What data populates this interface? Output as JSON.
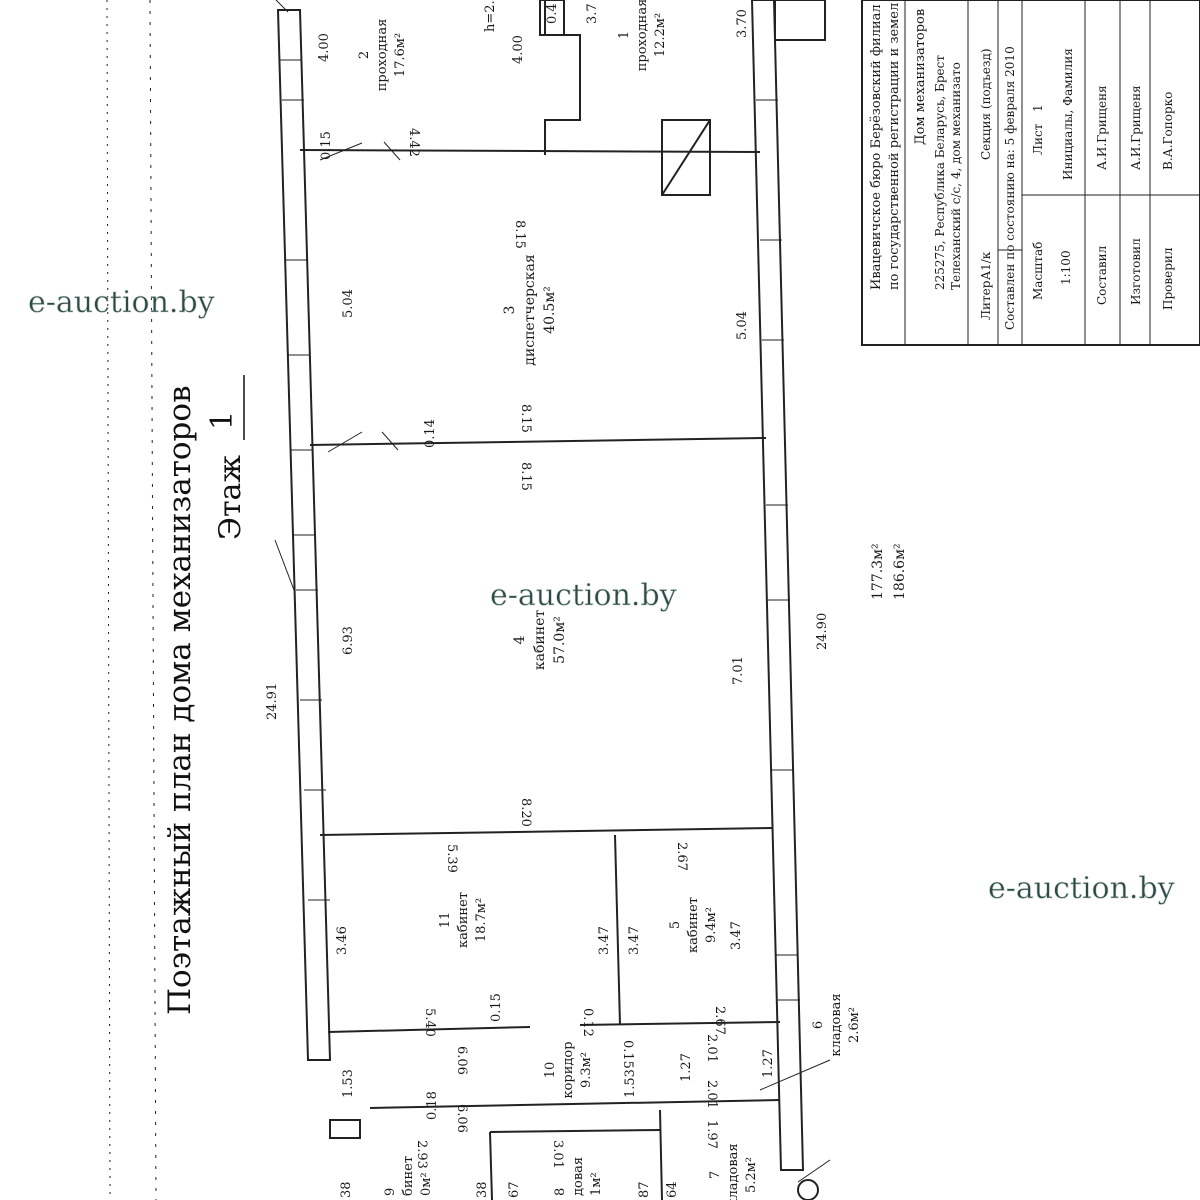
{
  "title": "Поэтажный план дома механизаторов",
  "floor_label": "Этаж",
  "floor_number": "1",
  "watermarks": [
    "e-auction.by",
    "e-auction.by",
    "e-auction.by"
  ],
  "rooms": {
    "r1": {
      "number": "1",
      "name": "проходная",
      "area": "12.2м²"
    },
    "r2": {
      "number": "2",
      "name": "проходная",
      "area": "17.6м²"
    },
    "r3": {
      "number": "3",
      "name": "диспетчерская",
      "area": "40.5м²"
    },
    "r4": {
      "number": "4",
      "name": "кабинет",
      "area": "57.0м²"
    },
    "r5": {
      "number": "5",
      "name": "кабинет",
      "area": "9.4м²"
    },
    "r6": {
      "number": "6",
      "name": "кладовая",
      "area": "2.6м²"
    },
    "r7": {
      "number": "7",
      "name": "кладовая",
      "area": "5.2м²"
    },
    "r8": {
      "number": "8",
      "name": "довая",
      "area": "1м²"
    },
    "r9": {
      "number": "9",
      "name": "бинет",
      "area": "0м²"
    },
    "r10": {
      "number": "10",
      "name": "коридор",
      "area": "9.3м²"
    },
    "r11": {
      "number": "11",
      "name": "кабинет",
      "area": "18.7м²"
    }
  },
  "dims": {
    "d400a": "4.00",
    "d400b": "4.00",
    "d370": "3.70",
    "d37": "3.7",
    "d04": "0.4",
    "dh": "h=2.",
    "d015a": "0.15",
    "d442": "4.42",
    "d815a": "8.15",
    "d504a": "5.04",
    "d504b": "5.04",
    "d014": "0.14",
    "d815b": "8.15",
    "d815c": "8.15",
    "d2491": "24.91",
    "d693": "6.93",
    "d701": "7.01",
    "d2490": "24.90",
    "d820": "8.20",
    "d539": "5.39",
    "d267a": "2.67",
    "d346": "3.46",
    "d347a": "3.47",
    "d347b": "3.47",
    "d347c": "3.47",
    "d540": "5.40",
    "d015b": "0.15",
    "d012": "0.12",
    "d267b": "2.67",
    "d606a": "6.06",
    "d015c": "0.15",
    "d201a": "2.01",
    "d153a": "1.53",
    "d153b": "1.53",
    "d127a": "1.27",
    "d127b": "1.27",
    "d201b": "2.01",
    "d018": "0.18",
    "d606b": "6.06",
    "d197": "1.97",
    "d293": "2.93",
    "d301": "3.01",
    "d38a": "38",
    "d38b": "38",
    "d67": "67",
    "d87": "87",
    "d64": "64"
  },
  "totals": {
    "area1": "177.3м²",
    "area2": "186.6м²"
  },
  "stamp": {
    "org_line1": "Ивацевичское бюро Берёзовский филиал",
    "org_line2": "по государственной регистрации и земел",
    "object": "Дом механизаторов",
    "address1": "225275, Республика Беларусь, Брест",
    "address2": "Телеханский с/с, 4, дом механизато",
    "litera_label": "Литер",
    "litera": "А1/к",
    "section_label": "Секция  (подъезд)",
    "date_line": "Составлен по состоянию на: 5 февраля 2010",
    "scale_label": "Масштаб",
    "scale": "1:100",
    "sheet_label": "Лист",
    "sheet": "1",
    "names_label": "Инициалы, Фамилия",
    "composed_label": "Составил",
    "composed_by": "А.И.Грищеня",
    "made_label": "Изготовил",
    "made_by": "А.И.Грищеня",
    "checked_label": "Проверил",
    "checked_by": "В.А.Гопорко"
  }
}
